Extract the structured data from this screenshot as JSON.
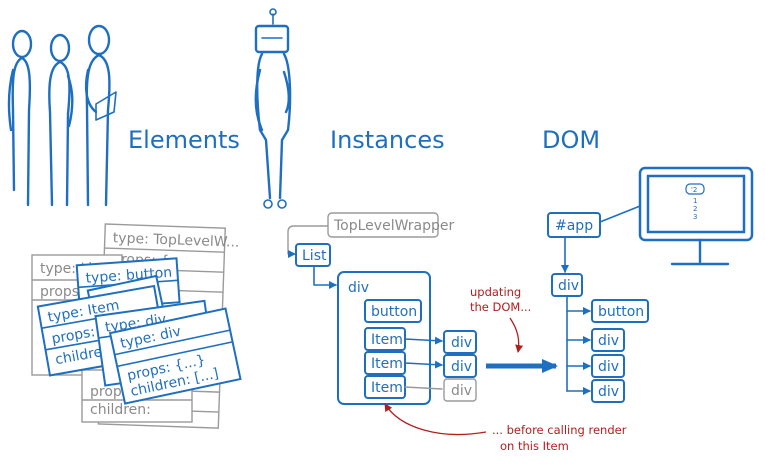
{
  "headings": {
    "elements": "Elements",
    "instances": "Instances",
    "dom": "DOM"
  },
  "element_cards": {
    "back": {
      "type": "type:  TopLevelW...",
      "props": "props: {"
    },
    "list": {
      "type": "type:  List",
      "props": "props:"
    },
    "c_button": {
      "type": "type: button"
    },
    "c_button2": {
      "type": "type:"
    },
    "item": {
      "type": "type:  Item",
      "props": "props:",
      "children": "children:"
    },
    "div1": {
      "type": "type:  div"
    },
    "div2": {
      "type": "type:  div",
      "props": "props:  {...}",
      "children": "children:  [...]"
    },
    "bottom": {
      "props": "props:",
      "children": "children:"
    }
  },
  "instances": {
    "top_level_wrapper": "TopLevelWrapper",
    "list": "List",
    "div": "div",
    "button": "button",
    "item1": "Item",
    "item2": "Item",
    "item3": "Item",
    "div_a": "div",
    "div_b": "div",
    "div_c": "div"
  },
  "dom": {
    "app": "#app",
    "div": "div",
    "button": "button",
    "div1": "div",
    "div2": "div",
    "div3": "div",
    "monitor_list": [
      "'2",
      "1",
      "2",
      "3"
    ]
  },
  "annotations": {
    "updating_line1": "updating",
    "updating_line2": "the DOM...",
    "before_line1": "... before calling render",
    "before_line2": "on this Item"
  },
  "colors": {
    "primary_blue": "#1f6fc0",
    "gray": "#9a9a9a",
    "annotation_red": "#b21e1e"
  }
}
